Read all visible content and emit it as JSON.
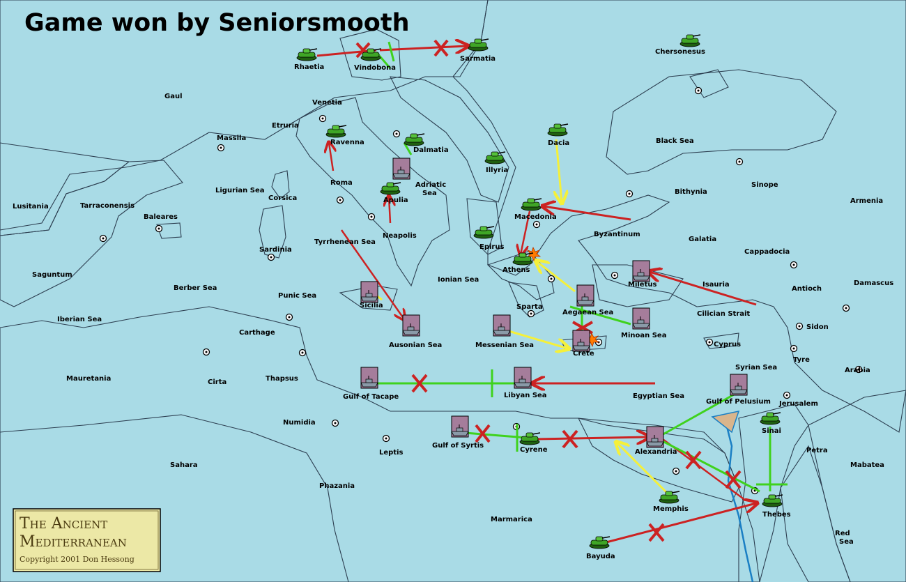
{
  "headline": "Game won by Seniorsmooth",
  "cartouche": {
    "line1": "The Ancient",
    "line2": "Mediterranean",
    "copyright": "Copyright 2001 Don Hessong"
  },
  "colors": {
    "sea": "#a9dbe6",
    "neutral_land": "#76a8c2",
    "player_purple": "#a57d9b",
    "player_green": "#a6c79a",
    "desert": "#ece8a6",
    "lusitania": "#d9b58c",
    "order_red": "#cc2222",
    "order_green": "#3fd21d",
    "order_yellow": "#f5f03a"
  },
  "territories": {
    "Rhaetia": "Rhaetia",
    "Vindobona": "Vindobona",
    "Sarmatia": "Sarmatia",
    "Chersonesus": "Chersonesus",
    "Gaul": "Gaul",
    "Venetia": "Venetia",
    "Etruria": "Etruria",
    "Massila": "Massila",
    "Ravenna": "Ravenna",
    "Dalmatia": "Dalmatia",
    "Illyria": "Illyria",
    "Dacia": "Dacia",
    "Black_Sea": "Black Sea",
    "Lusitania": "Lusitania",
    "Tarraconensis": "Tarraconensis",
    "Ligurian_Sea": "Ligurian Sea",
    "Corsica": "Corsica",
    "Roma": "Roma",
    "Adriatic_Sea": "Adriatic\nSea",
    "Apulia": "Apulia",
    "Macedonia": "Macedonia",
    "Bithynia": "Bithynia",
    "Sinope": "Sinope",
    "Armenia": "Armenia",
    "Baleares": "Baleares",
    "Sardinia": "Sardinia",
    "Tyrrhenean_Sea": "Tyrrhenean Sea",
    "Neapolis": "Neapolis",
    "Epirus": "Epirus",
    "Byzantinum": "Byzantinum",
    "Galatia": "Galatia",
    "Cappadocia": "Cappadocia",
    "Saguntum": "Saguntum",
    "Athens": "Athens",
    "Berber_Sea": "Berber Sea",
    "Ionian_Sea": "Ionian Sea",
    "Miletus": "Miletus",
    "Isauria": "Isauria",
    "Antioch": "Antioch",
    "Damascus": "Damascus",
    "Punic_Sea": "Punic Sea",
    "Sicilia": "Sicilia",
    "Sparta": "Sparta",
    "Aegaean_Sea": "Aegaean Sea",
    "Cilician_Strait": "Cilician Strait",
    "Iberian_Sea": "Iberian Sea",
    "Carthage": "Carthage",
    "Minoan_Sea": "Minoan Sea",
    "Sidon": "Sidon",
    "Ausonian_Sea": "Ausonian Sea",
    "Messenian_Sea": "Messenian Sea",
    "Cyprus": "Cyprus",
    "Crete": "Crete",
    "Tyre": "Tyre",
    "Mauretania": "Mauretania",
    "Thapsus": "Thapsus",
    "Syrian_Sea": "Syrian Sea",
    "Arabia": "Arabia",
    "Cirta": "Cirta",
    "Gulf_of_Tacape": "Gulf of Tacape",
    "Libyan_Sea": "Libyan Sea",
    "Egyptian_Sea": "Egyptian Sea",
    "Gulf_of_Pelusium": "Gulf of Pelusium",
    "Jerusalem": "Jerusalem",
    "Numidia": "Numidia",
    "Sinai": "Sinai",
    "Gulf_of_Syrtis": "Gulf of Syrtis",
    "Leptis": "Leptis",
    "Cyrene": "Cyrene",
    "Alexandria": "Alexandria",
    "Petra": "Petra",
    "Sahara": "Sahara",
    "Mabatea": "Mabatea",
    "Phazania": "Phazania",
    "Memphis": "Memphis",
    "Thebes": "Thebes",
    "Marmarica": "Marmarica",
    "Red_Sea": "Red\nSea",
    "Bayuda": "Bayuda"
  },
  "units": {
    "armies": [
      "Rhaetia",
      "Vindobona",
      "Sarmatia",
      "Chersonesus",
      "Ravenna",
      "Dalmatia",
      "Illyria",
      "Dacia",
      "Apulia",
      "Macedonia",
      "Epirus",
      "Athens",
      "Cyrene",
      "Sinai",
      "Memphis",
      "Thebes",
      "Bayuda"
    ],
    "fleets": [
      "Adriatic_Sea",
      "Sicilia",
      "Ausonian_Sea",
      "Aegaean_Sea",
      "Miletus",
      "Minoan_Sea",
      "Messenian_Sea",
      "Crete",
      "Gulf_of_Tacape",
      "Libyan_Sea",
      "Gulf_of_Pelusium",
      "Gulf_of_Syrtis",
      "Alexandria"
    ]
  }
}
